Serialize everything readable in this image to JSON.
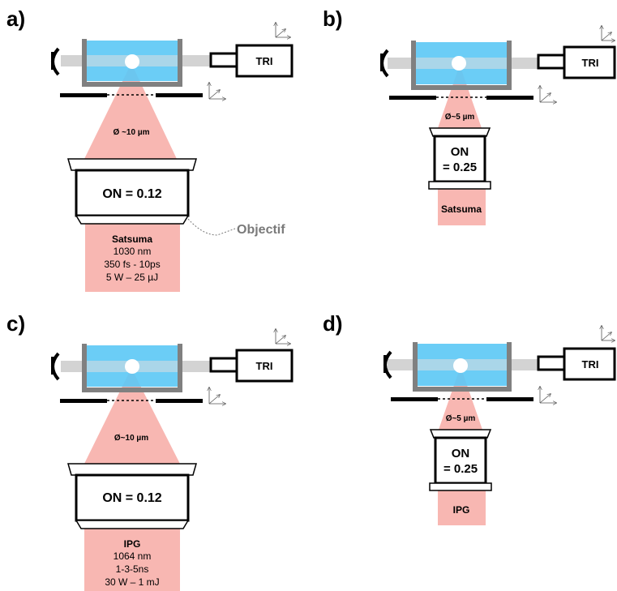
{
  "colors": {
    "beam": "#f8b7b2",
    "water": "#5bc8f5",
    "tank": "#808080",
    "probe": "#d3d3d3",
    "outline": "#000000",
    "annotation": "#7a7a7a"
  },
  "icons": [
    "mirror-icon",
    "axes-icon",
    "bubble-icon"
  ],
  "panels": [
    {
      "id": "a",
      "label": "a)",
      "camera_label": "TRI",
      "spot_label": "Ø  ~10 µm",
      "objective_label": "ON = 0.12",
      "objective_callout": "Objectif",
      "laser_name": "Satsuma",
      "laser_specs": [
        "1030 nm",
        "350 fs - 10ps",
        "5 W – 25 µJ"
      ]
    },
    {
      "id": "b",
      "label": "b)",
      "camera_label": "TRI",
      "spot_label": "Ø~5 µm",
      "objective_label_lines": [
        "ON",
        "= 0.25"
      ],
      "laser_name": "Satsuma"
    },
    {
      "id": "c",
      "label": "c)",
      "camera_label": "TRI",
      "spot_label": "Ø~10 µm",
      "objective_label": "ON = 0.12",
      "laser_name": "IPG",
      "laser_specs": [
        "1064 nm",
        "1-3-5ns",
        "30 W – 1 mJ"
      ]
    },
    {
      "id": "d",
      "label": "d)",
      "camera_label": "TRI",
      "spot_label": "Ø~5 µm",
      "objective_label_lines": [
        "ON",
        "= 0.25"
      ],
      "laser_name": "IPG"
    }
  ]
}
